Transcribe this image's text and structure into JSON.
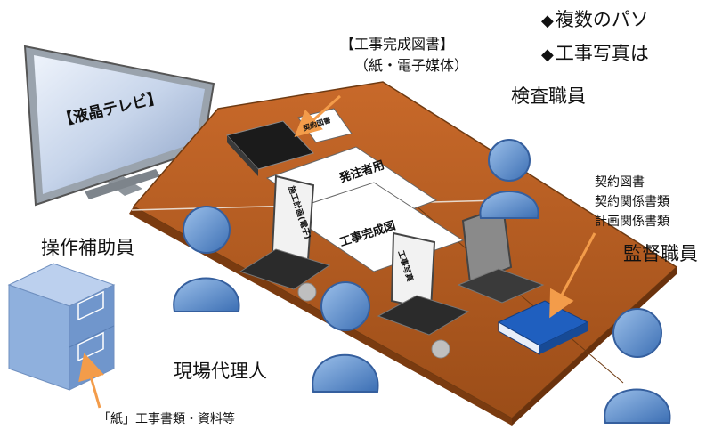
{
  "bullets": [
    {
      "marker": "◆",
      "text": "複数のパソ"
    },
    {
      "marker": "◆",
      "text": "工事写真は"
    }
  ],
  "labels": {
    "tv": "【液晶テレビ】",
    "completion_docs_title": "【工事完成図書】",
    "completion_docs_sub": "（紙・電子媒体）",
    "inspector": "検査職員",
    "contract_docs": [
      "契約図書",
      "契約関係書類",
      "計画関係書類"
    ],
    "operator_assistant": "操作補助員",
    "supervisor": "監督職員",
    "site_agent": "現場代理人",
    "paper_docs": "「紙」工事書類・資料等"
  },
  "table_cards": [
    "発注者用",
    "工事完成図",
    "施工計画(電子)",
    "工事写真",
    "契約図書"
  ],
  "colors": {
    "person": "#5b8fd0",
    "table": "#b35a1f",
    "arrow": "#f39c4a",
    "book_blue": "#1f5fbf",
    "cabinet": "#8fb0dd"
  },
  "icons": [
    "tv-icon",
    "person-icon",
    "laptop-icon",
    "binder-icon",
    "cabinet-icon",
    "arrow-icon"
  ]
}
